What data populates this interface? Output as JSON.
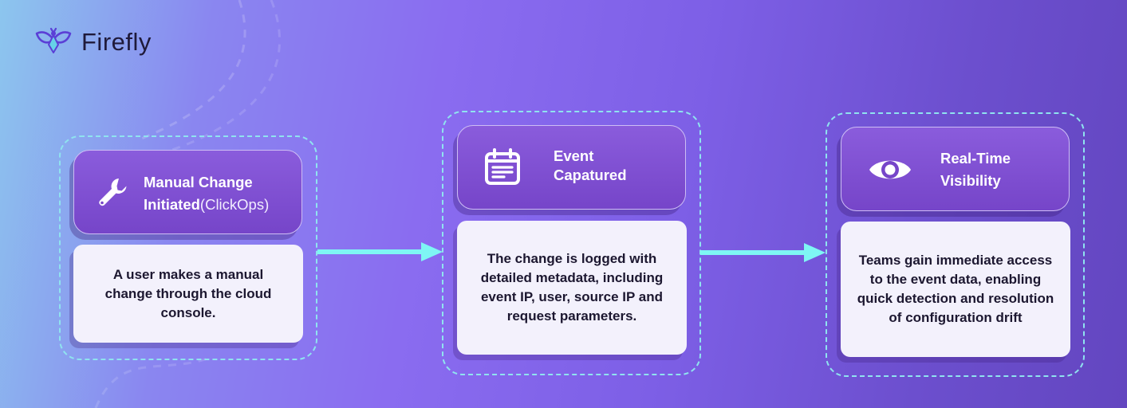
{
  "logo": {
    "text": "Firefly",
    "icon": "firefly-logo-icon"
  },
  "steps": [
    {
      "icon": "wrench-icon",
      "title_line1": "Manual Change",
      "title_line2_bold": "Initiated",
      "title_line2_light": "(ClickOps)",
      "description": "A user makes a manual change through the cloud console."
    },
    {
      "icon": "calendar-event-icon",
      "title_line1": "Event",
      "title_line2_bold": "Capatured",
      "description": "The change is logged with detailed metadata, including event IP, user, source IP and request parameters."
    },
    {
      "icon": "eye-icon",
      "title_line1": "Real-Time",
      "title_line2_bold": "Visibility",
      "description": "Teams gain immediate access to the event data, enabling quick detection and resolution of configuration drift"
    }
  ],
  "colors": {
    "frame_dash": "#8fe3ef",
    "arrow": "#7ef6f4",
    "header_fill": "#7645c9",
    "card_fill": "#f3f1fc"
  }
}
